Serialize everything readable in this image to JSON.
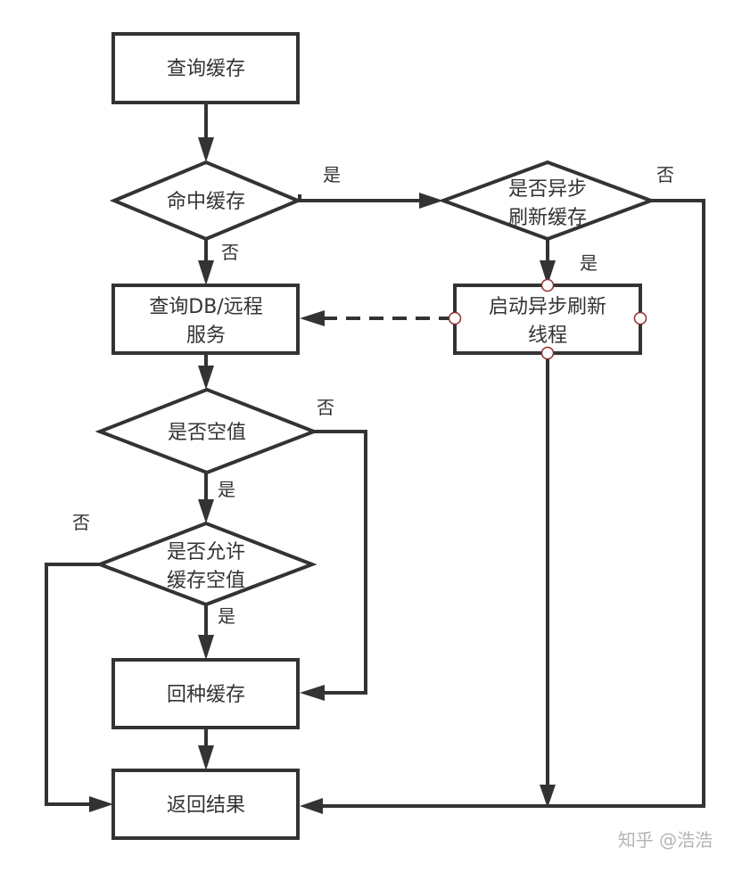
{
  "diagram": {
    "type": "flowchart",
    "nodes": {
      "query_cache": {
        "shape": "process",
        "lines": [
          "查询缓存"
        ]
      },
      "cache_hit": {
        "shape": "decision",
        "lines": [
          "命中缓存"
        ]
      },
      "async_refresh_check": {
        "shape": "decision",
        "lines": [
          "是否异步",
          "刷新缓存"
        ]
      },
      "query_db": {
        "shape": "process",
        "lines": [
          "查询DB/远程",
          "服务"
        ]
      },
      "start_async_thread": {
        "shape": "process",
        "lines": [
          "启动异步刷新",
          "线程"
        ]
      },
      "is_null": {
        "shape": "decision",
        "lines": [
          "是否空值"
        ]
      },
      "allow_cache_null": {
        "shape": "decision",
        "lines": [
          "是否允许",
          "缓存空值"
        ]
      },
      "backfill_cache": {
        "shape": "process",
        "lines": [
          "回种缓存"
        ]
      },
      "return_result": {
        "shape": "process",
        "lines": [
          "返回结果"
        ]
      }
    },
    "edge_labels": {
      "hit_yes": "是",
      "hit_no": "否",
      "async_yes": "是",
      "async_no": "否",
      "null_no": "否",
      "null_yes": "是",
      "allow_no": "否",
      "allow_yes": "是"
    },
    "edges": [
      {
        "from": "query_cache",
        "to": "cache_hit",
        "label": ""
      },
      {
        "from": "cache_hit",
        "to": "async_refresh_check",
        "label": "是"
      },
      {
        "from": "cache_hit",
        "to": "query_db",
        "label": "否"
      },
      {
        "from": "async_refresh_check",
        "to": "start_async_thread",
        "label": "是"
      },
      {
        "from": "async_refresh_check",
        "to": "return_result",
        "label": "否"
      },
      {
        "from": "start_async_thread",
        "to": "query_db",
        "label": "",
        "style": "dashed"
      },
      {
        "from": "start_async_thread",
        "to": "return_result",
        "label": ""
      },
      {
        "from": "query_db",
        "to": "is_null",
        "label": ""
      },
      {
        "from": "is_null",
        "to": "allow_cache_null",
        "label": "是"
      },
      {
        "from": "is_null",
        "to": "backfill_cache",
        "label": "否"
      },
      {
        "from": "allow_cache_null",
        "to": "backfill_cache",
        "label": "是"
      },
      {
        "from": "allow_cache_null",
        "to": "return_result",
        "label": "否"
      },
      {
        "from": "backfill_cache",
        "to": "return_result",
        "label": ""
      }
    ]
  },
  "watermark": "知乎 @浩浩"
}
